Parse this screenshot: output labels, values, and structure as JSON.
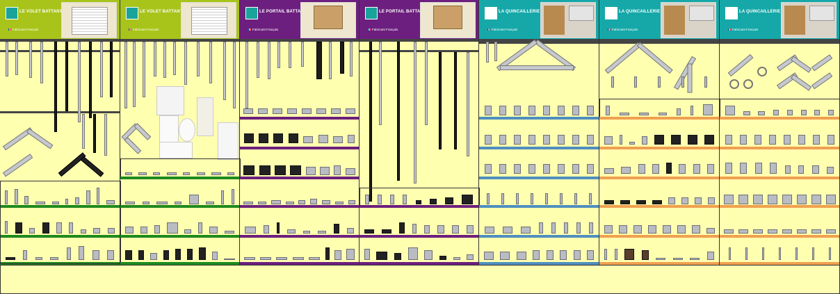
{
  "bays": [
    {
      "id": "volet-1",
      "title": "LE VOLET BATTANT",
      "fabricant": "Fabricant Français",
      "header_color": "#a8c41a",
      "shelf_color": "#1f8a1f"
    },
    {
      "id": "volet-2",
      "title": "LE VOLET BATTANT",
      "fabricant": "Fabricant Français",
      "header_color": "#a8c41a",
      "shelf_color": "#1f8a1f"
    },
    {
      "id": "portail-1",
      "title": "LE PORTAIL BATTANT",
      "fabricant": "Fabricant Français",
      "header_color": "#6c1f7e",
      "shelf_color": "#6c1f7e"
    },
    {
      "id": "portail-2",
      "title": "LE PORTAIL BATTANT",
      "fabricant": "Fabricant Français",
      "header_color": "#6c1f7e",
      "shelf_color": "#6c1f7e"
    },
    {
      "id": "quinc-1",
      "title": "LA QUINCAILLERIE",
      "fabricant": "Fabricant Français",
      "header_color": "#16a8a8",
      "shelf_color": "#4f8fc0"
    },
    {
      "id": "quinc-2",
      "title": "LA QUINCAILLERIE",
      "fabricant": "Fabricant Français",
      "header_color": "#16a8a8",
      "shelf_color": "#f0a050"
    },
    {
      "id": "quinc-3",
      "title": "LA QUINCAILLERIE",
      "fabricant": "Fabricant Français",
      "header_color": "#16a8a8",
      "shelf_color": "#f0a050"
    }
  ]
}
